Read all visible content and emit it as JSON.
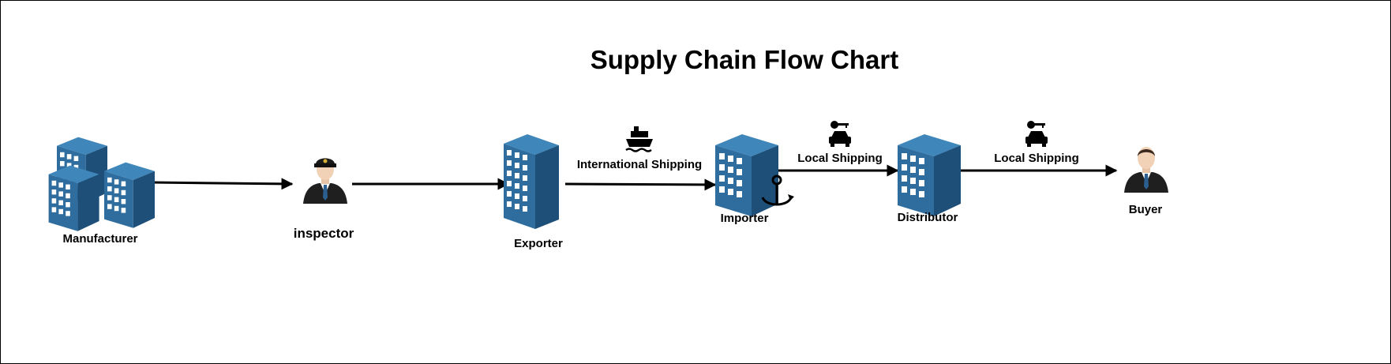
{
  "title": "Supply Chain Flow Chart",
  "nodes": {
    "manufacturer": "Manufacturer",
    "inspector": "inspector",
    "exporter": "Exporter",
    "importer": "Importer",
    "distributor": "Distributor",
    "buyer": "Buyer"
  },
  "edges": {
    "international": "International Shipping",
    "local_1": "Local Shipping",
    "local_2": "Local Shipping"
  },
  "icons": {
    "building": "building-icon",
    "person": "businessman-icon",
    "pilot": "pilot-icon",
    "ship": "ship-icon",
    "car_key": "car-key-icon",
    "anchor": "anchor-icon"
  },
  "colors": {
    "building_front": "#2e6d9e",
    "building_side": "#1d4f78",
    "building_top": "#3f86bb",
    "window": "#ffffff",
    "line": "#000000"
  }
}
